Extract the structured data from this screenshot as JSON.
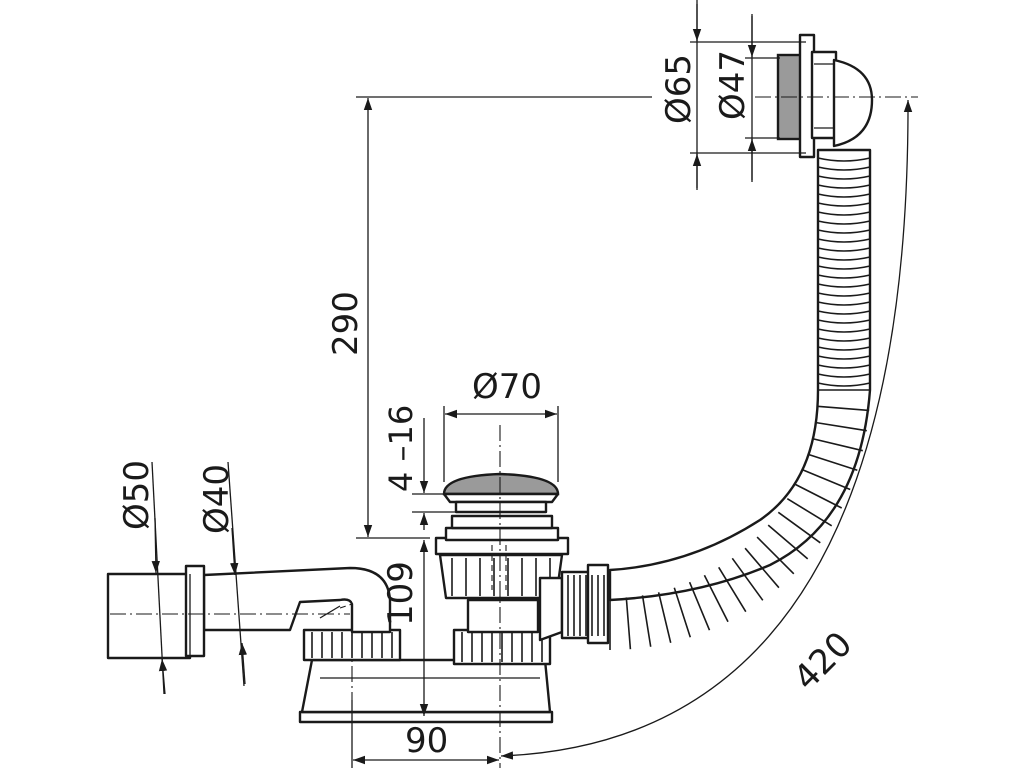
{
  "dimensions": {
    "d65": "Ø65",
    "d47": "Ø47",
    "h290": "290",
    "d70": "Ø70",
    "r4_16": "4 –16",
    "h109": "109",
    "d50": "Ø50",
    "d40": "Ø40",
    "w90": "90",
    "len420": "420"
  },
  "colors": {
    "line": "#1a1a1a",
    "cap_gray": "#9a9a9a",
    "background": "#ffffff"
  },
  "parts": [
    "overflow-head",
    "corrugated-hose",
    "drain-plug",
    "drain-body",
    "outlet-elbow",
    "outlet-pipe"
  ]
}
